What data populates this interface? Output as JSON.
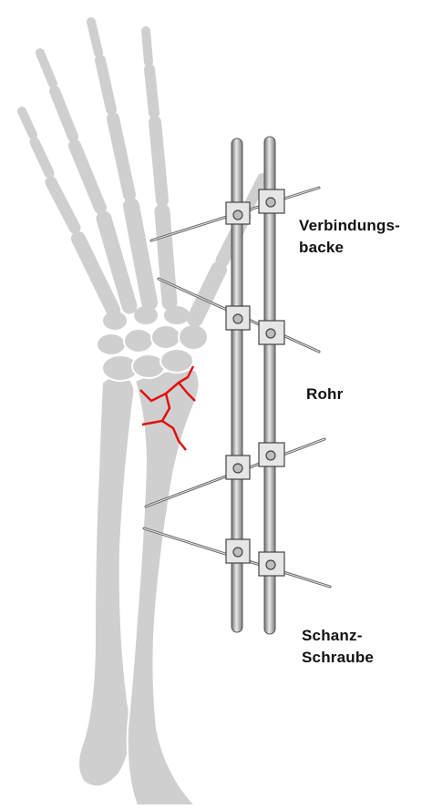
{
  "labels": {
    "clamp_line1": "Verbindungs-",
    "clamp_line2": "backe",
    "tube": "Rohr",
    "screw_line1": "Schanz-",
    "screw_line2": "Schraube"
  },
  "colors": {
    "bone_fill": "#cfcfcf",
    "bone_stroke": "#ffffff",
    "fracture_line": "#e01010",
    "rod": "#9a9a9a",
    "clamp": "#e6e6e6",
    "pin": "#777777",
    "label_text": "#111111"
  }
}
